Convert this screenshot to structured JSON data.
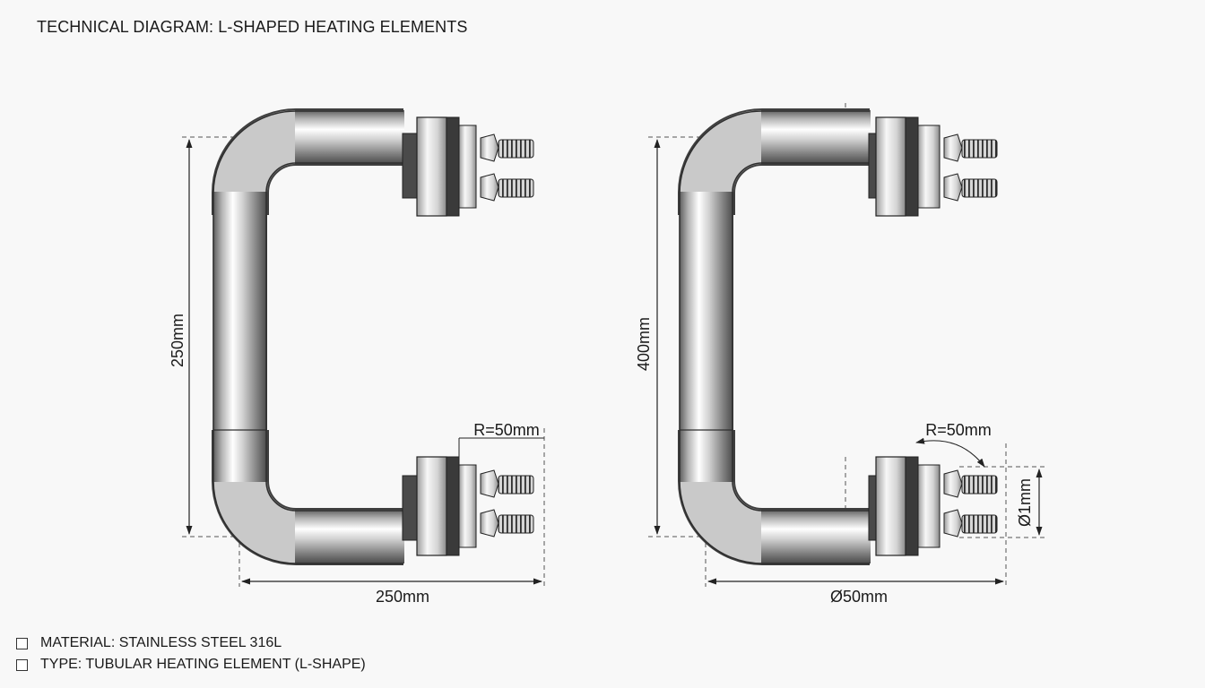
{
  "title": "TECHNICAL DIAGRAM: L-SHAPED HEATING ELEMENTS",
  "elements": [
    {
      "height_label": "250mm",
      "width_label": "250mm",
      "radius_label": "R=50mm"
    },
    {
      "height_label": "400mm",
      "width_label": "Ø50mm",
      "radius_label": "R=50mm",
      "terminal_gap_label": "Ø1mm"
    }
  ],
  "specs": [
    {
      "label": "MATERIAL: STAINLESS STEEL 316L",
      "checked": false
    },
    {
      "label": "TYPE: TUBULAR HEATING ELEMENT (L-SHAPE)",
      "checked": false
    }
  ]
}
